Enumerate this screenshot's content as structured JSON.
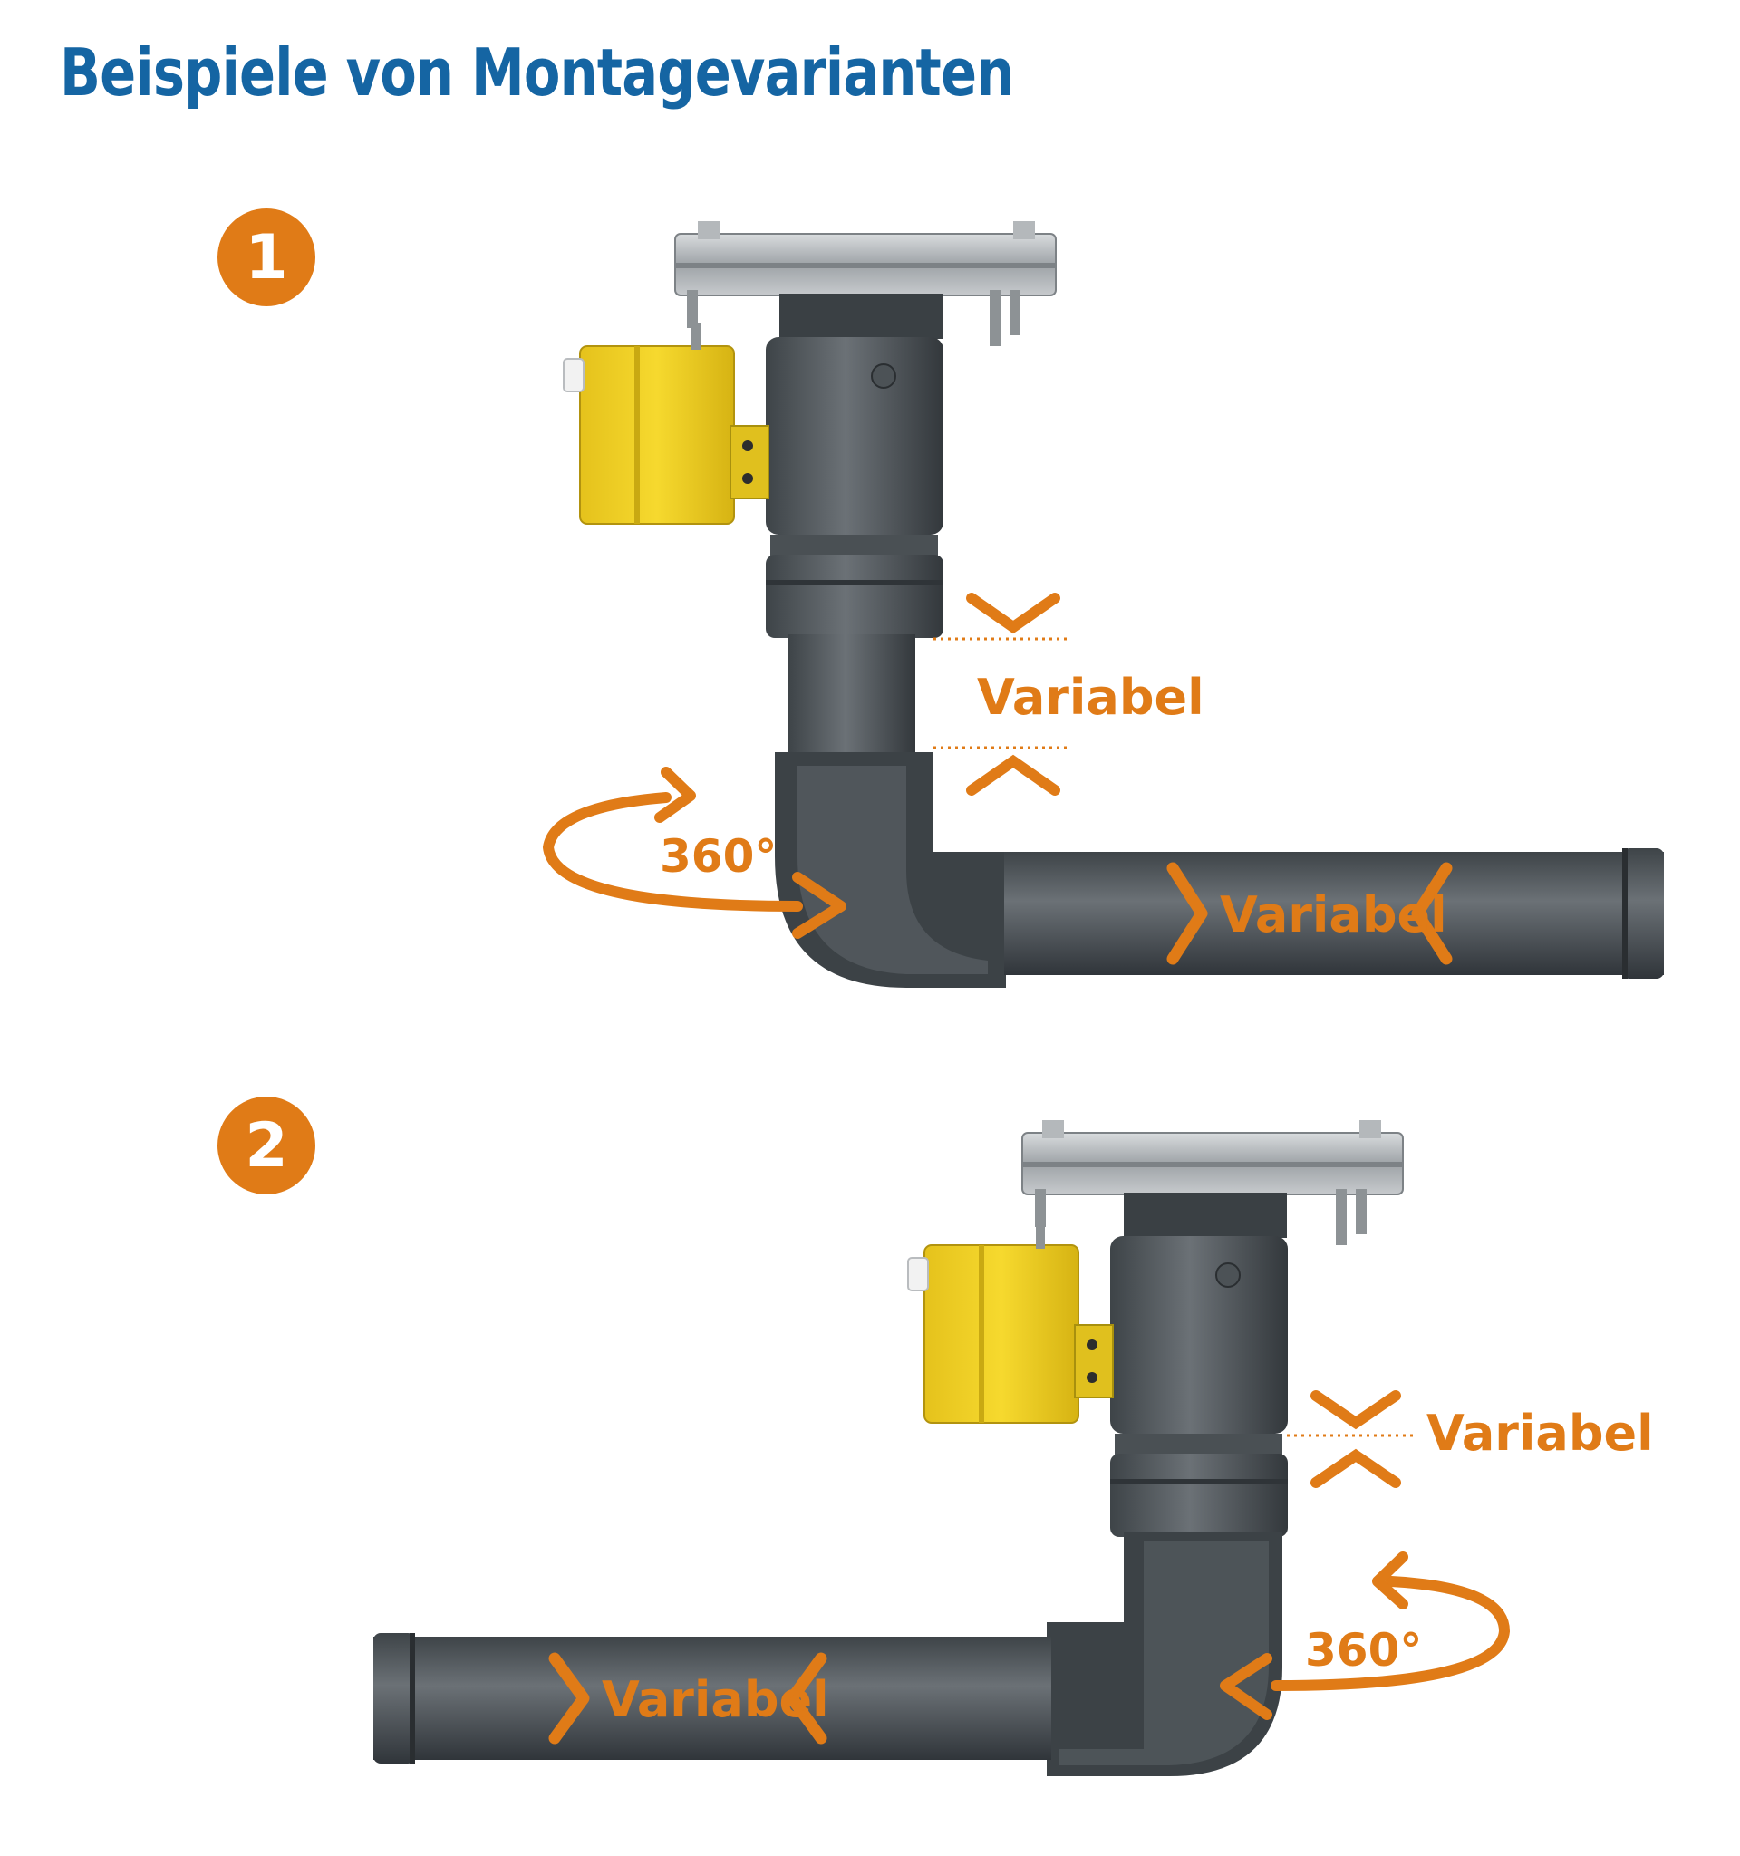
{
  "title": "Beispiele von Montagevarianten",
  "accent_color": "#e07b17",
  "title_color": "#1565a3",
  "variants": [
    {
      "step": "1",
      "labels": {
        "vertical_length": "Variabel",
        "horizontal_length": "Variabel",
        "rotation": "360°"
      }
    },
    {
      "step": "2",
      "labels": {
        "vertical_length": "Variabel",
        "horizontal_length": "Variabel",
        "rotation": "360°"
      }
    }
  ]
}
